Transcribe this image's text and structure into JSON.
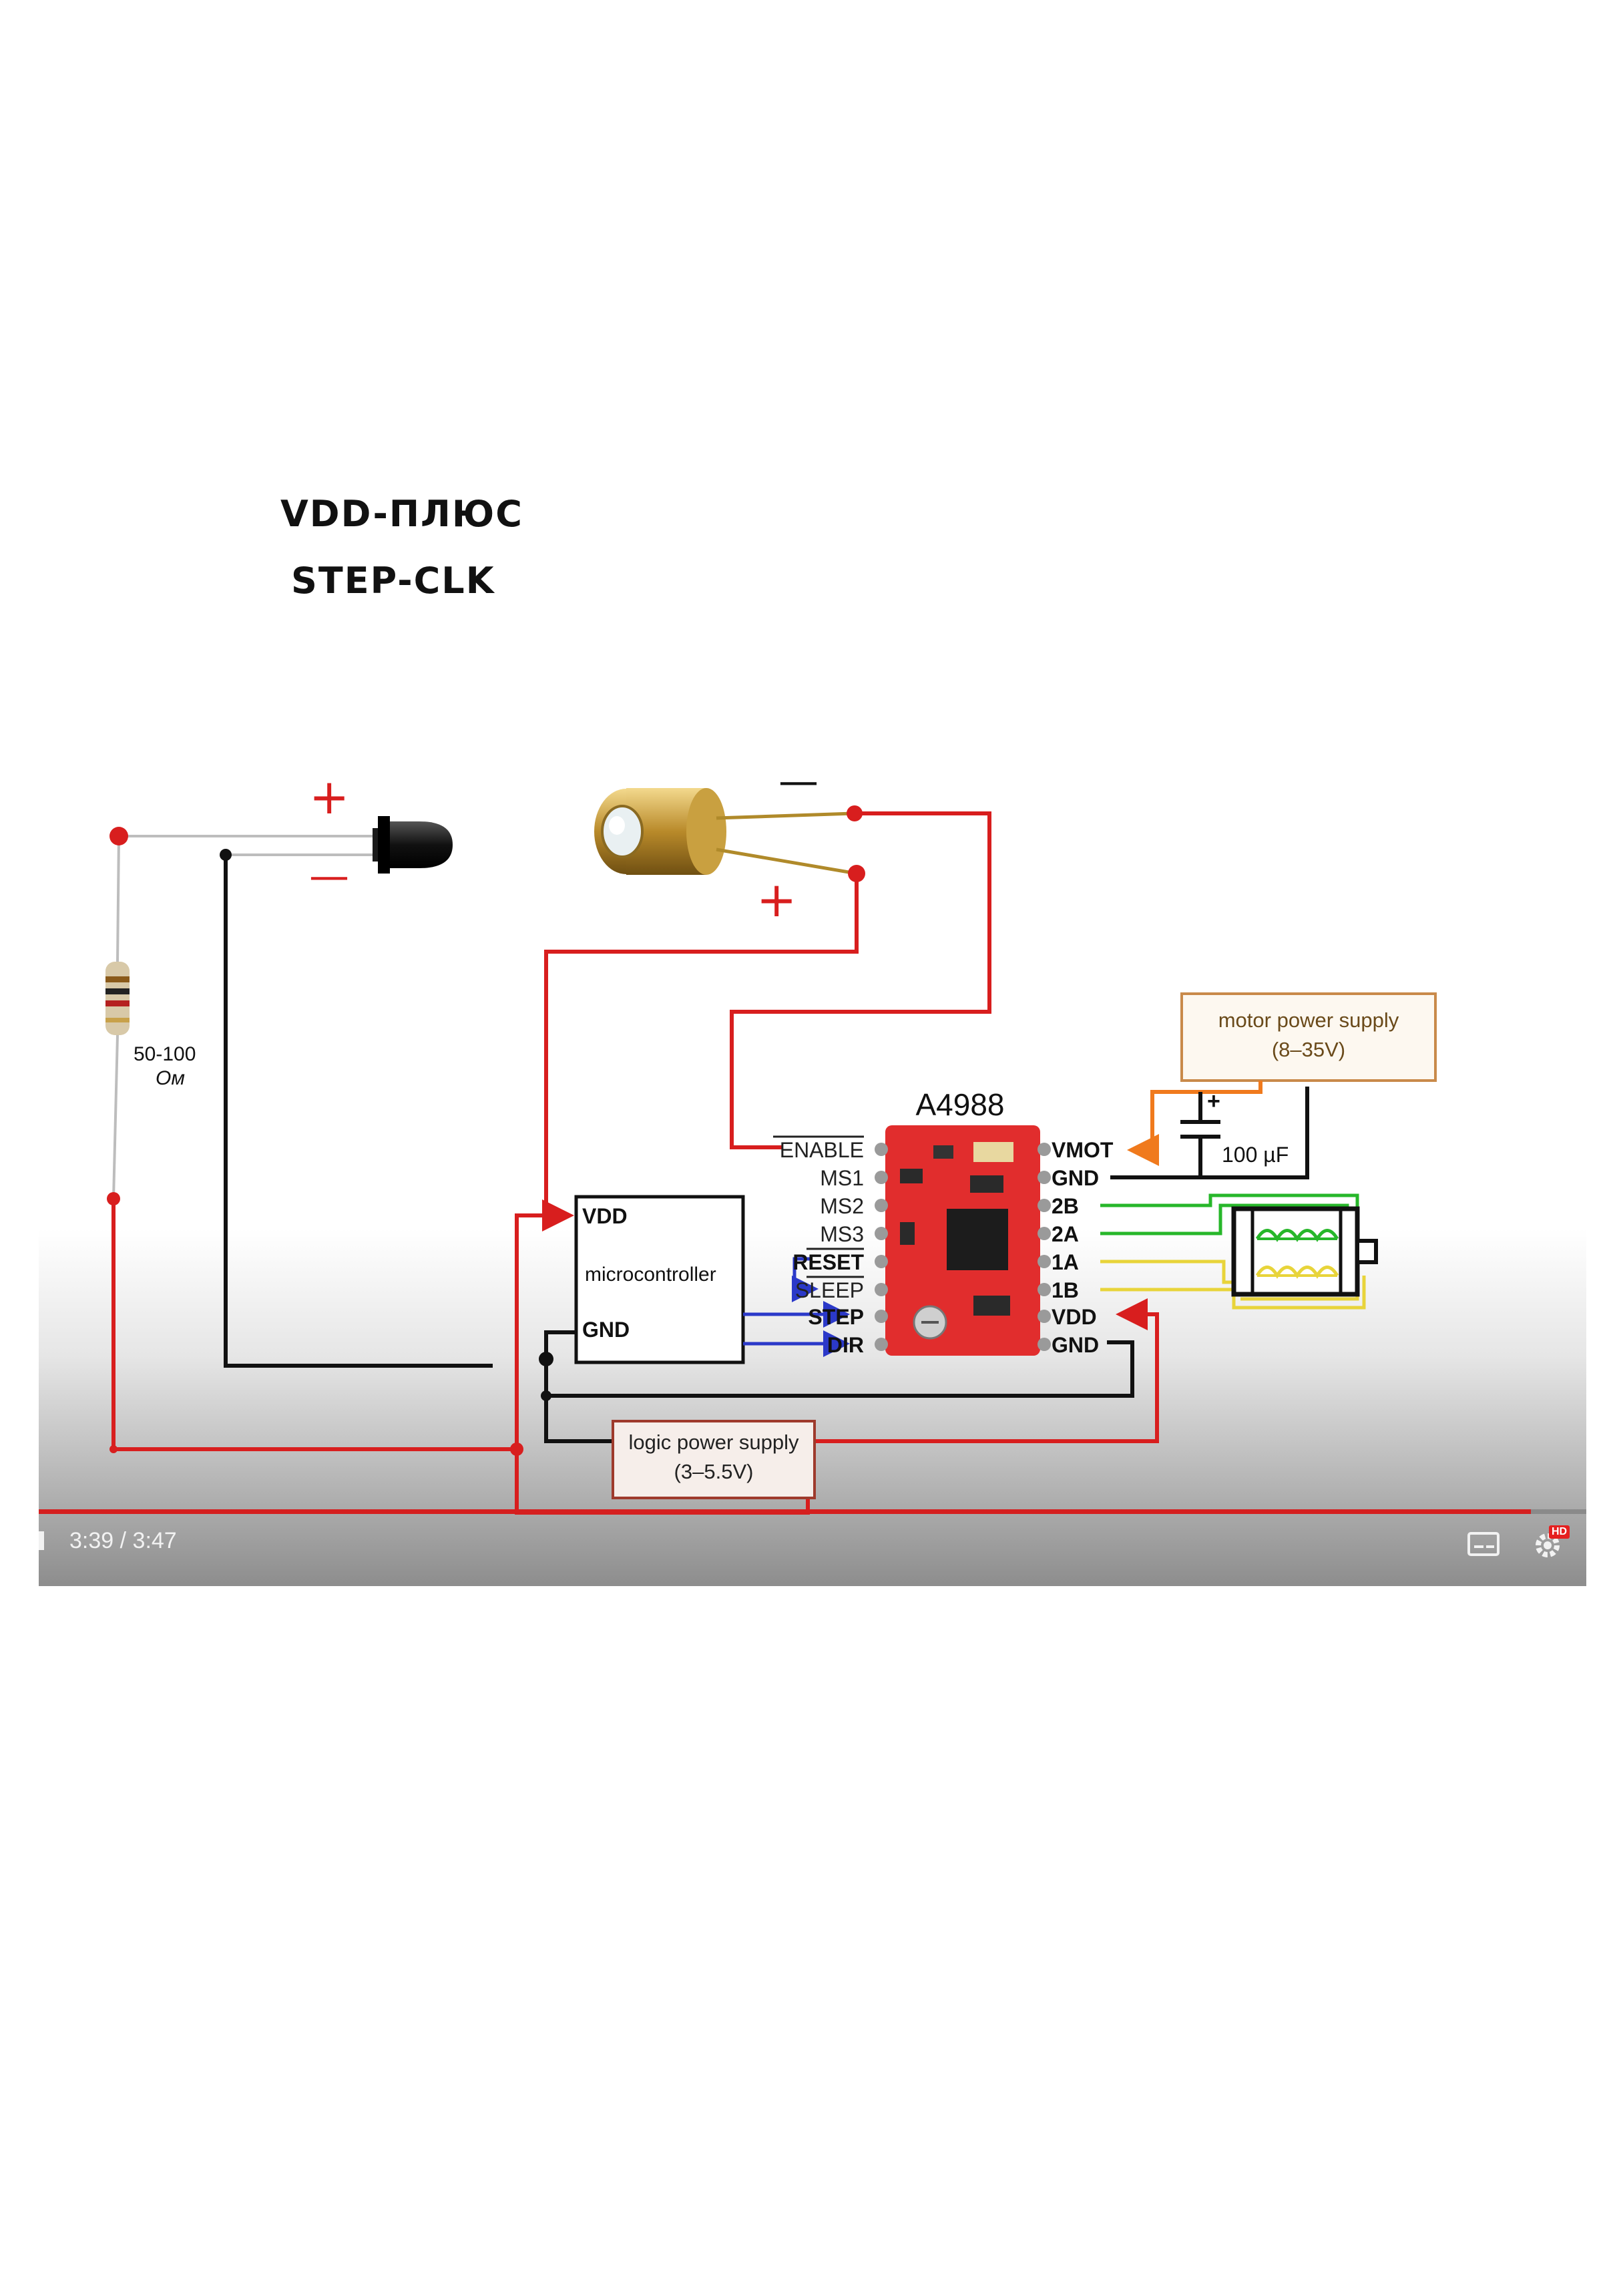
{
  "notes": {
    "line1": "VDD-ПЛЮС",
    "line2": "STEP-CLK"
  },
  "diagram": {
    "plus_sign": "+",
    "minus_sign": "—",
    "resistor_value": "50-100",
    "resistor_unit": "Ом",
    "chip_name": "A4988",
    "left_pins": [
      "ENABLE",
      "MS1",
      "MS2",
      "MS3",
      "RESET",
      "SLEEP",
      "STEP",
      "DIR"
    ],
    "right_pins": [
      "VMOT",
      "GND",
      "2B",
      "2A",
      "1A",
      "1B",
      "VDD",
      "GND"
    ],
    "mcu_vdd": "VDD",
    "mcu_label": "microcontroller",
    "mcu_gnd": "GND",
    "motor_supply_line1": "motor power supply",
    "motor_supply_line2": "(8–35V)",
    "capacitor_value": "100 µF",
    "capacitor_plus": "+",
    "logic_supply_line1": "logic power supply",
    "logic_supply_line2": "(3–5.5V)"
  },
  "player": {
    "current_time": "3:39",
    "separator": " / ",
    "duration": "3:47",
    "progress": 0.964,
    "hd_badge": "HD",
    "icons": [
      "subtitles-icon",
      "settings-icon"
    ]
  },
  "colors": {
    "wire_red": "#d81e1e",
    "wire_black": "#111111",
    "wire_blue": "#2b39c9",
    "wire_green": "#27b72a",
    "wire_yellow": "#e8d43a",
    "wire_orange": "#f07a1d",
    "board_red": "#e12d2d",
    "progress_red": "#d51f1f"
  }
}
